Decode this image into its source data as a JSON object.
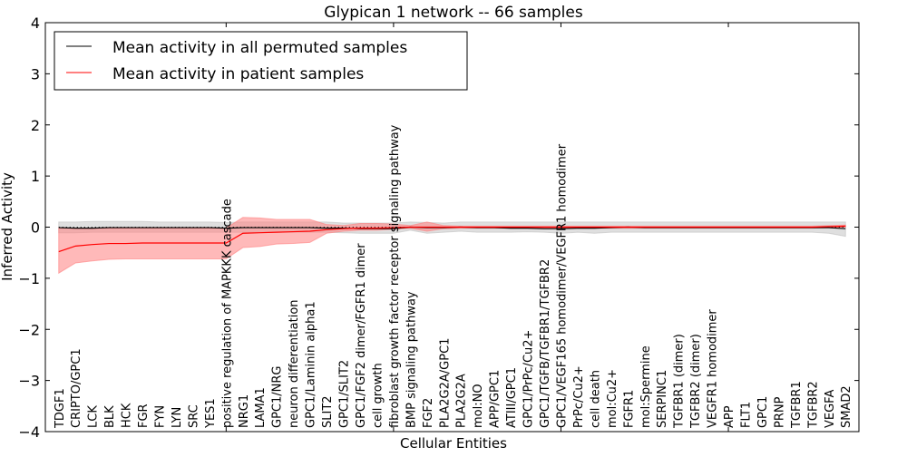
{
  "chart_data": {
    "type": "line",
    "title": "Glypican 1 network -- 66 samples",
    "xlabel": "Cellular Entities",
    "ylabel": "Inferred Activity",
    "ylim": [
      -4,
      4
    ],
    "xlim": [
      -0.8,
      47.8
    ],
    "yticks": [
      -4,
      -3,
      -2,
      -1,
      0,
      1,
      2,
      3,
      4
    ],
    "xticks": [
      10,
      20,
      30,
      40
    ],
    "grid": false,
    "legend_placement": "top-left",
    "categories": [
      "TDGF1",
      "CRIPTO/GPC1",
      "LCK",
      "BLK",
      "HCK",
      "FGR",
      "FYN",
      "LYN",
      "SRC",
      "YES1",
      "positive regulation of MAPKKK cascade",
      "NRG1",
      "LAMA1",
      "GPC1/NRG",
      "neuron differentiation",
      "GPC1/Laminin alpha1",
      "SLIT2",
      "GPC1/SLIT2",
      "GPC1/FGF2 dimer/FGFR1 dimer",
      "cell growth",
      "fibroblast growth factor receptor signaling pathway",
      "BMP signaling pathway",
      "FGF2",
      "PLA2G2A/GPC1",
      "PLA2G2A",
      "mol:NO",
      "APP/GPC1",
      "ATIII/GPC1",
      "GPC1/PrPc/Cu2+",
      "GPC1/TGFB/TGFBR1/TGFBR2",
      "GPC1/VEGF165 homodimer/VEGFR1 homodimer",
      "PrPc/Cu2+",
      "cell death",
      "mol:Cu2+",
      "FGFR1",
      "mol:Spermine",
      "SERPINC1",
      "TGFBR1 (dimer)",
      "TGFBR2 (dimer)",
      "VEGFR1 homodimer",
      "APP",
      "FLT1",
      "GPC1",
      "PRNP",
      "TGFBR1",
      "TGFBR2",
      "VEGFA",
      "SMAD2"
    ],
    "series": [
      {
        "name": "Mean activity in all permuted samples",
        "color": "#000000",
        "values": [
          -0.01,
          -0.02,
          -0.02,
          -0.01,
          -0.01,
          -0.01,
          -0.01,
          -0.01,
          -0.01,
          -0.01,
          -0.02,
          -0.01,
          -0.01,
          -0.01,
          -0.01,
          -0.01,
          -0.02,
          -0.02,
          -0.03,
          -0.03,
          -0.03,
          0.0,
          -0.01,
          -0.01,
          0.0,
          -0.01,
          -0.01,
          -0.02,
          -0.02,
          -0.03,
          -0.03,
          -0.02,
          -0.02,
          -0.01,
          0.0,
          -0.01,
          -0.01,
          -0.01,
          -0.01,
          -0.01,
          -0.01,
          -0.01,
          -0.01,
          -0.01,
          -0.01,
          -0.01,
          -0.01,
          -0.03
        ],
        "band_lower": [
          -0.11,
          -0.11,
          -0.1,
          -0.1,
          -0.1,
          -0.1,
          -0.1,
          -0.1,
          -0.1,
          -0.1,
          -0.1,
          -0.1,
          -0.1,
          -0.1,
          -0.1,
          -0.1,
          -0.1,
          -0.11,
          -0.12,
          -0.12,
          -0.12,
          -0.06,
          -0.12,
          -0.1,
          -0.08,
          -0.1,
          -0.1,
          -0.1,
          -0.09,
          -0.1,
          -0.12,
          -0.1,
          -0.12,
          -0.1,
          -0.1,
          -0.1,
          -0.1,
          -0.1,
          -0.1,
          -0.1,
          -0.1,
          -0.1,
          -0.1,
          -0.1,
          -0.1,
          -0.1,
          -0.12,
          -0.18
        ],
        "band_upper": [
          0.1,
          0.1,
          0.11,
          0.11,
          0.11,
          0.11,
          0.1,
          0.1,
          0.1,
          0.1,
          0.09,
          0.1,
          0.1,
          0.1,
          0.1,
          0.1,
          0.1,
          0.08,
          0.08,
          0.08,
          0.08,
          0.1,
          0.09,
          0.08,
          0.1,
          0.1,
          0.1,
          0.1,
          0.1,
          0.1,
          0.1,
          0.1,
          0.1,
          0.1,
          0.1,
          0.1,
          0.1,
          0.1,
          0.1,
          0.1,
          0.1,
          0.1,
          0.1,
          0.1,
          0.1,
          0.1,
          0.1,
          0.1
        ]
      },
      {
        "name": "Mean activity in patient samples",
        "color": "#ff0000",
        "values": [
          -0.48,
          -0.37,
          -0.34,
          -0.32,
          -0.32,
          -0.31,
          -0.31,
          -0.31,
          -0.31,
          -0.31,
          -0.31,
          -0.12,
          -0.11,
          -0.1,
          -0.09,
          -0.08,
          -0.05,
          -0.03,
          -0.02,
          -0.02,
          -0.01,
          0.0,
          0.0,
          0.0,
          0.0,
          0.0,
          0.0,
          0.0,
          0.0,
          0.0,
          0.0,
          0.0,
          0.0,
          0.0,
          0.0,
          0.0,
          0.0,
          0.0,
          0.0,
          0.0,
          0.0,
          0.0,
          0.0,
          0.0,
          0.0,
          0.0,
          0.01,
          0.02
        ],
        "band_lower": [
          -0.9,
          -0.7,
          -0.66,
          -0.63,
          -0.62,
          -0.62,
          -0.62,
          -0.62,
          -0.62,
          -0.62,
          -0.62,
          -0.4,
          -0.38,
          -0.33,
          -0.32,
          -0.3,
          -0.12,
          -0.08,
          -0.06,
          -0.06,
          -0.04,
          -0.02,
          -0.08,
          -0.03,
          -0.02,
          -0.02,
          -0.02,
          -0.02,
          -0.02,
          -0.02,
          -0.02,
          -0.02,
          -0.02,
          -0.02,
          -0.02,
          -0.02,
          -0.02,
          -0.02,
          -0.02,
          -0.02,
          -0.02,
          -0.02,
          -0.02,
          -0.02,
          -0.02,
          -0.02,
          -0.01,
          0.0
        ],
        "band_upper": [
          -0.02,
          -0.02,
          -0.02,
          -0.02,
          -0.02,
          -0.02,
          -0.02,
          -0.02,
          -0.02,
          -0.02,
          -0.02,
          0.19,
          0.18,
          0.15,
          0.15,
          0.15,
          0.05,
          0.03,
          0.07,
          0.07,
          0.06,
          0.03,
          0.1,
          0.03,
          0.02,
          0.02,
          0.02,
          0.02,
          0.02,
          0.02,
          0.02,
          0.02,
          0.02,
          0.02,
          0.02,
          0.02,
          0.02,
          0.02,
          0.02,
          0.02,
          0.02,
          0.02,
          0.02,
          0.02,
          0.02,
          0.02,
          0.03,
          0.04
        ]
      }
    ],
    "band_colors": {
      "permuted": "#bfbfbf",
      "patient": "#ff7f7f"
    }
  }
}
